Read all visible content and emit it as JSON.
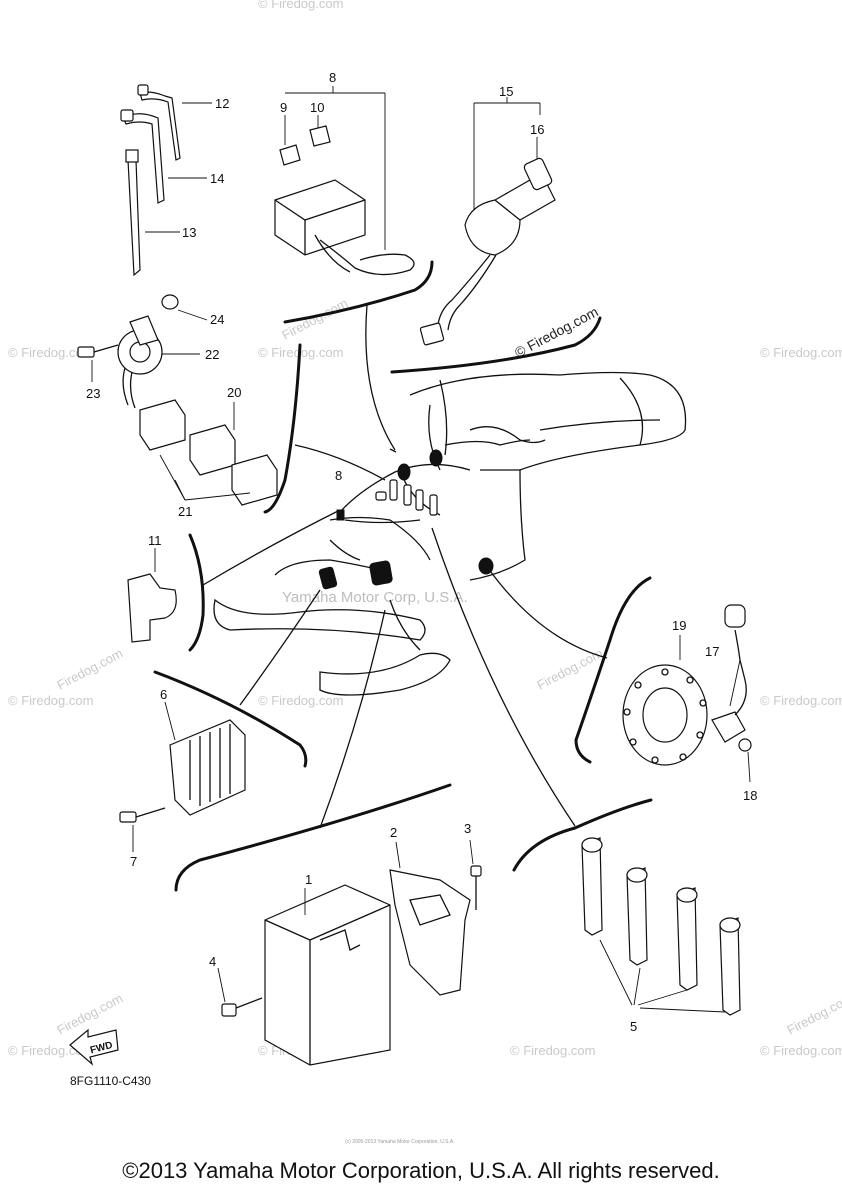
{
  "watermarks": {
    "site": "© Firedog.com",
    "site_plain": "Firedog.com",
    "center": "Yamaha Motor Corp, U.S.A.",
    "small_copyright": "(c) 2005-2013 Yamaha Motor Corporation, U.S.A."
  },
  "callouts": [
    "1",
    "2",
    "3",
    "4",
    "5",
    "6",
    "7",
    "8",
    "9",
    "10",
    "11",
    "12",
    "13",
    "14",
    "15",
    "16",
    "17",
    "18",
    "19",
    "20",
    "21",
    "22",
    "23",
    "24"
  ],
  "callout_8_second": "8",
  "fwd_label": "FWD",
  "drawing_code": "8FG1110-C430",
  "copyright": "©2013 Yamaha Motor Corporation, U.S.A. All rights reserved."
}
